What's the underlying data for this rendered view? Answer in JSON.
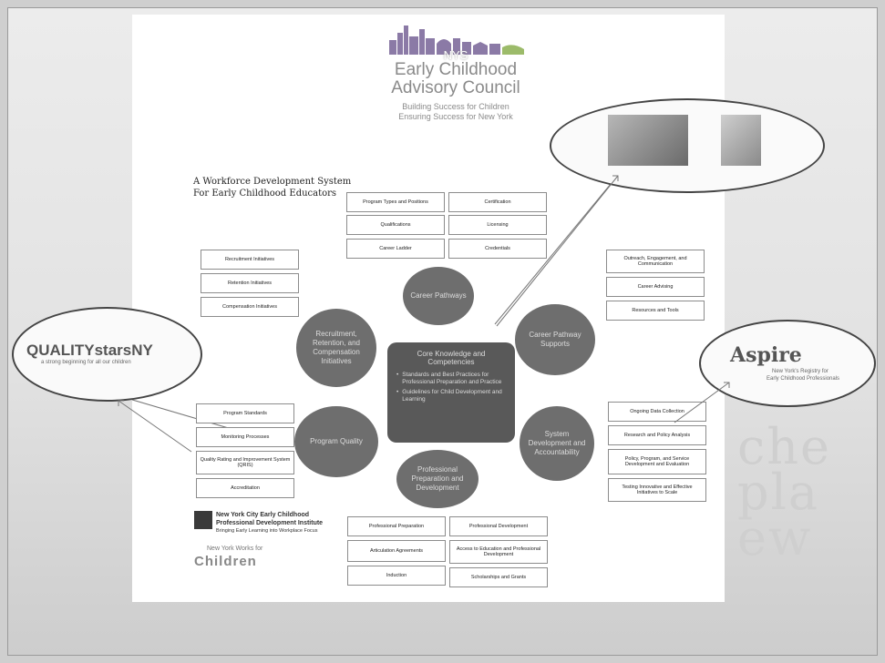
{
  "header": {
    "org_line1": "NYS",
    "org_line2": "Early Childhood",
    "org_line3": "Advisory Council",
    "tagline1": "Building Success for Children",
    "tagline2": "Ensuring Success for New York"
  },
  "diagram_title": {
    "line1": "A Workforce Development System",
    "line2": "For Early Childhood Educators"
  },
  "top_boxes": [
    "Program Types and Positions",
    "Certification",
    "Qualifications",
    "Licensing",
    "Career Ladder",
    "Credentials"
  ],
  "left_boxes": [
    "Recruitment Initiatives",
    "Retention Initiatives",
    "Compensation Initiatives"
  ],
  "right_boxes": [
    "Outreach, Engagement, and Communication",
    "Career Advising",
    "Resources and Tools"
  ],
  "bottom_left_boxes": [
    "Program Standards",
    "Monitoring Processes",
    "Quality Rating and Improvement System (QRIS)",
    "Accreditation"
  ],
  "bottom_right_boxes": [
    "Ongoing Data Collection",
    "Research and Policy Analysis",
    "Policy, Program, and Service Development and Evaluation",
    "Testing Innovative and Effective Initiatives to Scale"
  ],
  "bottom_boxes": [
    "Professional Preparation",
    "Professional Development",
    "Articulation Agreements",
    "Access to Education and Professional Development",
    "Induction",
    "Scholarships and Grants"
  ],
  "nodes": {
    "career": "Career Pathways",
    "recruitment": "Recruitment, Retention, and Compensation Initiatives",
    "supports": "Career Pathway Supports",
    "quality": "Program Quality",
    "system": "System Development and Accountability",
    "prep": "Professional Preparation and Development"
  },
  "core": {
    "title": "Core Knowledge and Competencies",
    "bullet1": "Standards and Best Practices for Professional Preparation and Practice",
    "bullet2": "Guidelines for Child Development and Learning"
  },
  "callouts": {
    "qualitystars_main": "QUALITYstarsNY",
    "qualitystars_sub": "a strong beginning for all our children",
    "aspire_main": "Aspire",
    "aspire_sub1": "New York's Registry for",
    "aspire_sub2": "Early Childhood Professionals"
  },
  "footer_logos": {
    "pdi_line1": "New York City Early Childhood",
    "pdi_line2": "Professional Development Institute",
    "pdi_line3": "Bringing Early Learning into Workplace Focus",
    "children_line1": "New York Works for",
    "children_line2": "Children"
  },
  "background_text": [
    "che",
    "pla",
    "ew"
  ]
}
